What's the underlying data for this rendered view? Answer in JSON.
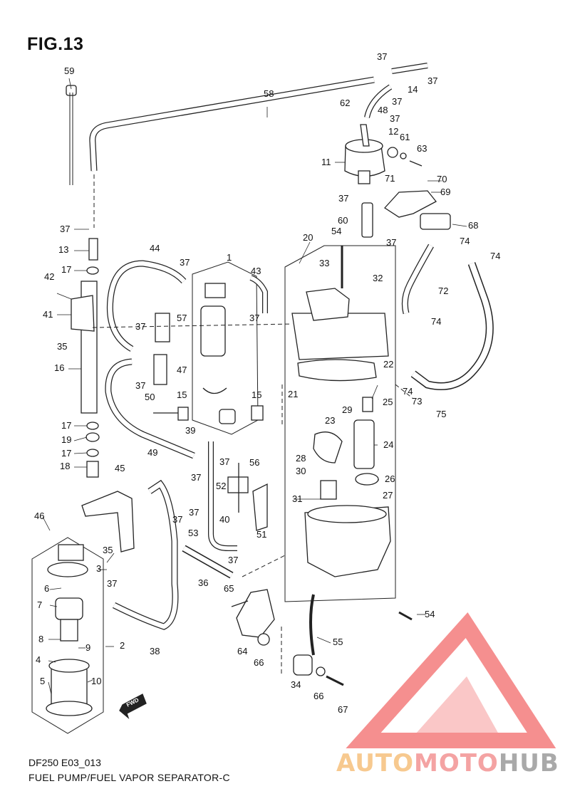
{
  "figure": {
    "title": "FIG.13",
    "model_code": "DF250 E03_013",
    "caption": "FUEL PUMP/FUEL VAPOR SEPARATOR-C"
  },
  "watermark": {
    "part1": "AUTO",
    "part2": "MOTO",
    "part3": "HUB",
    "colors": {
      "auto": "#f7c98f",
      "moto": "#f4a3a3",
      "hub": "#a9a9a9",
      "logo": "#f26a6a"
    }
  },
  "fwd_label": "FWD",
  "callouts": [
    {
      "id": "c59",
      "text": "59"
    },
    {
      "id": "c58",
      "text": "58"
    },
    {
      "id": "c37a",
      "text": "37"
    },
    {
      "id": "c37b",
      "text": "37"
    },
    {
      "id": "c14",
      "text": "14"
    },
    {
      "id": "c37c",
      "text": "37"
    },
    {
      "id": "c48",
      "text": "48"
    },
    {
      "id": "c37d",
      "text": "37"
    },
    {
      "id": "c62",
      "text": "62"
    },
    {
      "id": "c12",
      "text": "12"
    },
    {
      "id": "c61",
      "text": "61"
    },
    {
      "id": "c63",
      "text": "63"
    },
    {
      "id": "c11",
      "text": "11"
    },
    {
      "id": "c71",
      "text": "71"
    },
    {
      "id": "c70",
      "text": "70"
    },
    {
      "id": "c69",
      "text": "69"
    },
    {
      "id": "c37e",
      "text": "37"
    },
    {
      "id": "c60",
      "text": "60"
    },
    {
      "id": "c68",
      "text": "68"
    },
    {
      "id": "c37f",
      "text": "37"
    },
    {
      "id": "c13",
      "text": "13"
    },
    {
      "id": "c54a",
      "text": "54"
    },
    {
      "id": "c37g",
      "text": "37"
    },
    {
      "id": "c20",
      "text": "20"
    },
    {
      "id": "c74a",
      "text": "74"
    },
    {
      "id": "c74b",
      "text": "74"
    },
    {
      "id": "c44",
      "text": "44"
    },
    {
      "id": "c1",
      "text": "1"
    },
    {
      "id": "c43",
      "text": "43"
    },
    {
      "id": "c33",
      "text": "33"
    },
    {
      "id": "c17a",
      "text": "17"
    },
    {
      "id": "c37h",
      "text": "37"
    },
    {
      "id": "c42",
      "text": "42"
    },
    {
      "id": "c32",
      "text": "32"
    },
    {
      "id": "c72",
      "text": "72"
    },
    {
      "id": "c41",
      "text": "41"
    },
    {
      "id": "c57",
      "text": "57"
    },
    {
      "id": "c37i",
      "text": "37"
    },
    {
      "id": "c37j",
      "text": "37"
    },
    {
      "id": "c74c",
      "text": "74"
    },
    {
      "id": "c35a",
      "text": "35"
    },
    {
      "id": "c16",
      "text": "16"
    },
    {
      "id": "c47",
      "text": "47"
    },
    {
      "id": "c22",
      "text": "22"
    },
    {
      "id": "c37k",
      "text": "37"
    },
    {
      "id": "c74d",
      "text": "74"
    },
    {
      "id": "c73",
      "text": "73"
    },
    {
      "id": "c50",
      "text": "50"
    },
    {
      "id": "c15a",
      "text": "15"
    },
    {
      "id": "c15b",
      "text": "15"
    },
    {
      "id": "c21",
      "text": "21"
    },
    {
      "id": "c25",
      "text": "25"
    },
    {
      "id": "c75",
      "text": "75"
    },
    {
      "id": "c17b",
      "text": "17"
    },
    {
      "id": "c39",
      "text": "39"
    },
    {
      "id": "c29",
      "text": "29"
    },
    {
      "id": "c23",
      "text": "23"
    },
    {
      "id": "c19",
      "text": "19"
    },
    {
      "id": "c49",
      "text": "49"
    },
    {
      "id": "c17c",
      "text": "17"
    },
    {
      "id": "c24",
      "text": "24"
    },
    {
      "id": "c28",
      "text": "28"
    },
    {
      "id": "c37l",
      "text": "37"
    },
    {
      "id": "c56",
      "text": "56"
    },
    {
      "id": "c18",
      "text": "18"
    },
    {
      "id": "c37m",
      "text": "37"
    },
    {
      "id": "c30",
      "text": "30"
    },
    {
      "id": "c45",
      "text": "45"
    },
    {
      "id": "c52",
      "text": "52"
    },
    {
      "id": "c26",
      "text": "26"
    },
    {
      "id": "c27",
      "text": "27"
    },
    {
      "id": "c37n",
      "text": "37"
    },
    {
      "id": "c31",
      "text": "31"
    },
    {
      "id": "c46",
      "text": "46"
    },
    {
      "id": "c40",
      "text": "40"
    },
    {
      "id": "c51",
      "text": "51"
    },
    {
      "id": "c37o",
      "text": "37"
    },
    {
      "id": "c53",
      "text": "53"
    },
    {
      "id": "c35b",
      "text": "35"
    },
    {
      "id": "c3",
      "text": "3"
    },
    {
      "id": "c37p",
      "text": "37"
    },
    {
      "id": "c6",
      "text": "6"
    },
    {
      "id": "c37q",
      "text": "37"
    },
    {
      "id": "c36",
      "text": "36"
    },
    {
      "id": "c65",
      "text": "65"
    },
    {
      "id": "c7",
      "text": "7"
    },
    {
      "id": "c54b",
      "text": "54"
    },
    {
      "id": "c8",
      "text": "8"
    },
    {
      "id": "c9",
      "text": "9"
    },
    {
      "id": "c2",
      "text": "2"
    },
    {
      "id": "c38",
      "text": "38"
    },
    {
      "id": "c64",
      "text": "64"
    },
    {
      "id": "c55",
      "text": "55"
    },
    {
      "id": "c4",
      "text": "4"
    },
    {
      "id": "c66a",
      "text": "66"
    },
    {
      "id": "c10",
      "text": "10"
    },
    {
      "id": "c5",
      "text": "5"
    },
    {
      "id": "c34",
      "text": "34"
    },
    {
      "id": "c66b",
      "text": "66"
    },
    {
      "id": "c67",
      "text": "67"
    }
  ]
}
